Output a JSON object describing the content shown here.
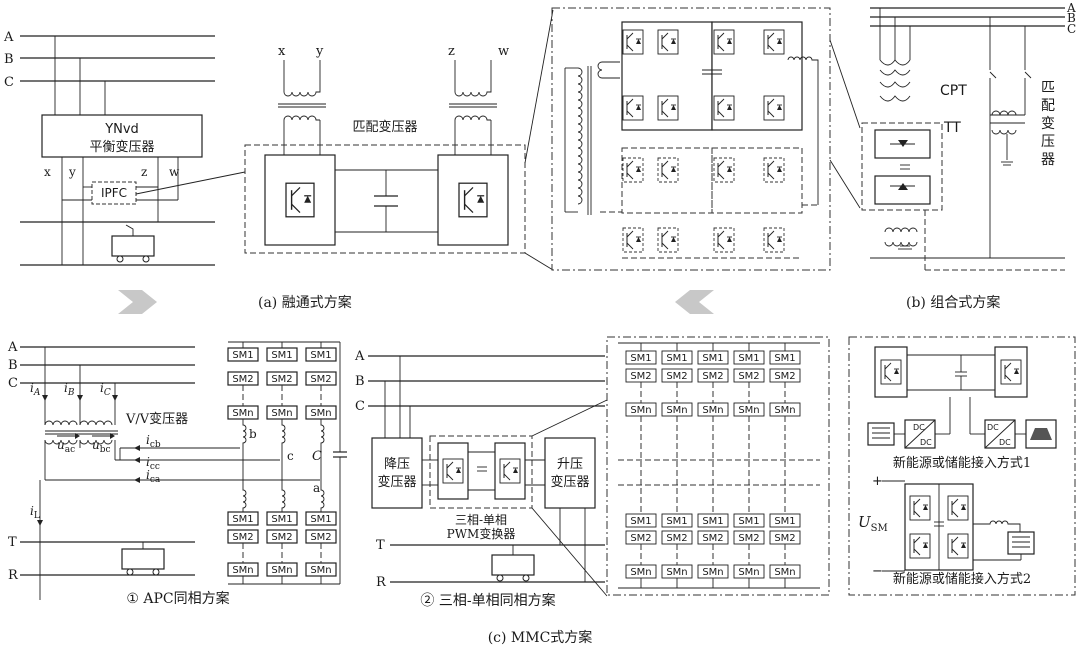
{
  "panel_a": {
    "phases": [
      "A",
      "B",
      "C"
    ],
    "ynvd_line1": "YNvd",
    "ynvd_line2": "平衡变压器",
    "terminals": [
      "x",
      "y",
      "z",
      "w"
    ],
    "ipfc": "IPFC",
    "xfmr_left_terms": [
      "x",
      "y"
    ],
    "xfmr_right_terms": [
      "z",
      "w"
    ],
    "matching_xfmr": "匹配变压器",
    "caption": "(a)  融通式方案"
  },
  "panel_b": {
    "phases": [
      "A",
      "B",
      "C"
    ],
    "cpt": "CPT",
    "tt": "TT",
    "matching_xfmr_vertical": [
      "匹",
      "配",
      "变",
      "压",
      "器"
    ],
    "caption": "(b)  组合式方案"
  },
  "panel_c1": {
    "phases": [
      "A",
      "B",
      "C"
    ],
    "currents": [
      "i",
      "i",
      "i"
    ],
    "current_subs": [
      "A",
      "B",
      "C"
    ],
    "vv_xfmr": "V/V变压器",
    "u_ac": "u",
    "u_ac_sub": "ac",
    "u_bc": "u",
    "u_bc_sub": "bc",
    "i_cb": "i",
    "i_cb_sub": "cb",
    "i_cc": "i",
    "i_cc_sub": "cc",
    "i_ca": "i",
    "i_ca_sub": "ca",
    "i_L": "i",
    "i_L_sub": "L",
    "node_b": "b",
    "node_c": "c",
    "node_a": "a",
    "cap_C": "C",
    "sm_labels": [
      "SM1",
      "SM2",
      "SMn"
    ],
    "rails": [
      "T",
      "R"
    ],
    "caption": "①  APC同相方案"
  },
  "panel_c2": {
    "phases": [
      "A",
      "B",
      "C"
    ],
    "step_down": [
      "降压",
      "变压器"
    ],
    "step_up": [
      "升压",
      "变压器"
    ],
    "pwm_line1": "三相-单相",
    "pwm_line2": "PWM变换器",
    "rails": [
      "T",
      "R"
    ],
    "sm_labels": [
      "SM1",
      "SM2",
      "SMn"
    ],
    "caption": "②  三相-单相同相方案"
  },
  "panel_c3": {
    "dcdc": "DC",
    "access1": "新能源或储能接入方式1",
    "usm": "U",
    "usm_sub": "SM",
    "plus": "+",
    "minus": "−",
    "access2": "新能源或储能接入方式2"
  },
  "caption_c": "(c)  MMC式方案"
}
